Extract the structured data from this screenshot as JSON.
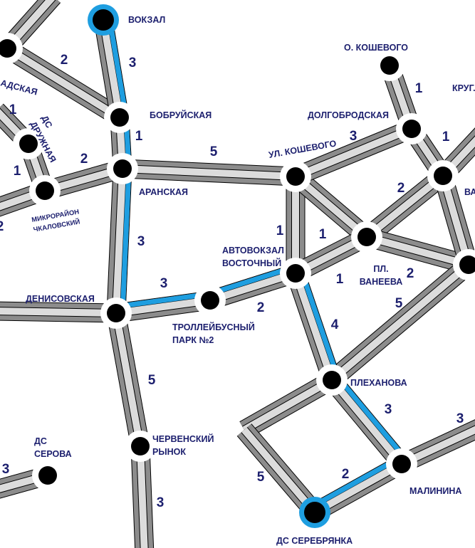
{
  "colors": {
    "track_outer": "#8c8c8c",
    "track_inner": "#dcdcdc",
    "route_highlight": "#1e9ee0",
    "station": "#000000",
    "label": "#1c1f6e"
  },
  "stations": {
    "vokzal": {
      "lines": [
        "ВОКЗАЛ"
      ],
      "terminal": true
    },
    "dolgobrodskaya_left": {
      "lines": [
        "АДСКАЯ"
      ]
    },
    "bobruiskaya": {
      "lines": [
        "БОБРУЙСКАЯ"
      ]
    },
    "druzhnaya": {
      "lines": [
        "ДС",
        "ДРУЖНАЯ"
      ]
    },
    "aranskaya": {
      "lines": [
        "АРАНСКАЯ"
      ]
    },
    "chkalovsky": {
      "lines": [
        "МИКРОРАЙОН",
        "ЧКАЛОВСКИЙ"
      ]
    },
    "ul_koshevogo": {
      "lines": [
        "УЛ. КОШЕВОГО"
      ]
    },
    "o_koshevogo": {
      "lines": [
        "О. КОШЕВОГО"
      ]
    },
    "dolgobrodskaya": {
      "lines": [
        "ДОЛГОБРОДСКАЯ"
      ]
    },
    "krug": {
      "lines": [
        "КРУГ."
      ]
    },
    "va": {
      "lines": [
        "ВА"
      ]
    },
    "pl_vaneeva": {
      "lines": [
        "ПЛ.",
        "ВАНЕЕВА"
      ]
    },
    "avtovokzal": {
      "lines": [
        "АВТОВОКЗАЛ",
        "ВОСТОЧНЫЙ"
      ]
    },
    "right_edge": {
      "lines": []
    },
    "denisovskaya": {
      "lines": [
        "ДЕНИСОВСКАЯ"
      ]
    },
    "trolley_park": {
      "lines": [
        "ТРОЛЛЕЙБУСНЫЙ",
        "ПАРК №2"
      ]
    },
    "plekhanova": {
      "lines": [
        "ПЛЕХАНОВА"
      ]
    },
    "chervensky": {
      "lines": [
        "ЧЕРВЕНСКИЙ",
        "РЫНОК"
      ]
    },
    "serova": {
      "lines": [
        "ДС",
        "СЕРОВА"
      ]
    },
    "malinina": {
      "lines": [
        "МАЛИНИНА"
      ]
    },
    "serebryanka": {
      "lines": [
        "ДС СЕРЕБРЯНКА"
      ],
      "terminal": true
    }
  },
  "edges": [
    {
      "from": "dolgobrodskaya_left",
      "to": "off_tl",
      "time": ""
    },
    {
      "from": "dolgobrodskaya_left",
      "to": "bobruiskaya",
      "time": "2"
    },
    {
      "from": "vokzal",
      "to": "bobruiskaya",
      "time": "3",
      "highlight": true
    },
    {
      "from": "bobruiskaya",
      "to": "aranskaya",
      "time": "1",
      "highlight": true
    },
    {
      "from": "druzhnaya",
      "to": "off_l1",
      "time": "1"
    },
    {
      "from": "druzhnaya",
      "to": "chkalovsky",
      "time": "1"
    },
    {
      "from": "chkalovsky",
      "to": "aranskaya",
      "time": "2"
    },
    {
      "from": "chkalovsky",
      "to": "off_l2",
      "time": "2"
    },
    {
      "from": "aranskaya",
      "to": "ul_koshevogo",
      "time": "5"
    },
    {
      "from": "aranskaya",
      "to": "denisovskaya",
      "time": "3",
      "highlight": true
    },
    {
      "from": "denisovskaya",
      "to": "off_l3",
      "time": ""
    },
    {
      "from": "denisovskaya",
      "to": "trolley_park",
      "time": "3",
      "highlight": true
    },
    {
      "from": "trolley_park",
      "to": "avtovokzal",
      "time": "2",
      "highlight": true
    },
    {
      "from": "ul_koshevogo",
      "to": "avtovokzal",
      "time": "1"
    },
    {
      "from": "ul_koshevogo",
      "to": "pl_vaneeva",
      "time": "1"
    },
    {
      "from": "ul_koshevogo",
      "to": "dolgobrodskaya",
      "time": "3"
    },
    {
      "from": "o_koshevogo",
      "to": "dolgobrodskaya",
      "time": "1"
    },
    {
      "from": "dolgobrodskaya",
      "to": "va",
      "time": "1"
    },
    {
      "from": "va",
      "to": "off_r1",
      "time": ""
    },
    {
      "from": "avtovokzal",
      "to": "pl_vaneeva",
      "time": "1"
    },
    {
      "from": "pl_vaneeva",
      "to": "va",
      "time": "2"
    },
    {
      "from": "pl_vaneeva",
      "to": "right_edge",
      "time": "2"
    },
    {
      "from": "va",
      "to": "right_edge",
      "time": ""
    },
    {
      "from": "right_edge",
      "to": "plekhanova",
      "time": "5"
    },
    {
      "from": "avtovokzal",
      "to": "plekhanova",
      "time": "4",
      "highlight": true
    },
    {
      "from": "plekhanova",
      "to": "malinina",
      "time": "3",
      "highlight": true
    },
    {
      "from": "malinina",
      "to": "off_r2",
      "time": "3"
    },
    {
      "from": "serebryanka",
      "to": "malinina",
      "time": "2",
      "highlight": true
    },
    {
      "from": "plekhanova",
      "to": "bend",
      "time": ""
    },
    {
      "from": "bend",
      "to": "serebryanka",
      "time": "5"
    },
    {
      "from": "denisovskaya",
      "to": "chervensky",
      "time": "5"
    },
    {
      "from": "chervensky",
      "to": "off_b",
      "time": "3"
    },
    {
      "from": "serova",
      "to": "off_l4",
      "time": "3"
    }
  ]
}
